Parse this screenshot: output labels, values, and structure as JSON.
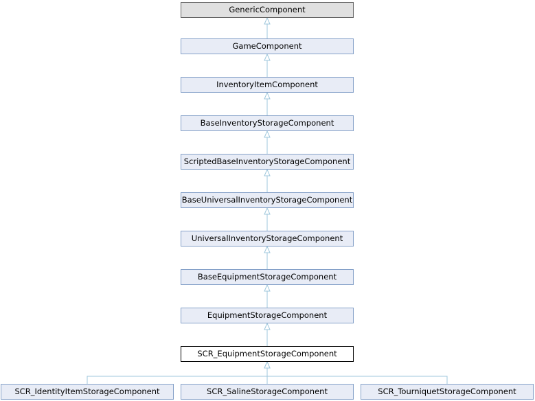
{
  "diagram": {
    "edge_color": "#9fc7dc",
    "nodes": {
      "generic_component": "GenericComponent",
      "game_component": "GameComponent",
      "inventory_item_component": "InventoryItemComponent",
      "base_inventory_storage_component": "BaseInventoryStorageComponent",
      "scripted_base_inventory_storage_component": "ScriptedBaseInventoryStorageComponent",
      "base_universal_inventory_storage_component": "BaseUniversalInventoryStorageComponent",
      "universal_inventory_storage_component": "UniversalInventoryStorageComponent",
      "base_equipment_storage_component": "BaseEquipmentStorageComponent",
      "equipment_storage_component": "EquipmentStorageComponent",
      "scr_equipment_storage_component": "SCR_EquipmentStorageComponent",
      "scr_identity_item_storage_component": "SCR_IdentityItemStorageComponent",
      "scr_saline_storage_component": "SCR_SalineStorageComponent",
      "scr_tourniquet_storage_component": "SCR_TourniquetStorageComponent"
    },
    "edges": [
      [
        "game_component",
        "generic_component"
      ],
      [
        "inventory_item_component",
        "game_component"
      ],
      [
        "base_inventory_storage_component",
        "inventory_item_component"
      ],
      [
        "scripted_base_inventory_storage_component",
        "base_inventory_storage_component"
      ],
      [
        "base_universal_inventory_storage_component",
        "scripted_base_inventory_storage_component"
      ],
      [
        "universal_inventory_storage_component",
        "base_universal_inventory_storage_component"
      ],
      [
        "base_equipment_storage_component",
        "universal_inventory_storage_component"
      ],
      [
        "equipment_storage_component",
        "base_equipment_storage_component"
      ],
      [
        "scr_equipment_storage_component",
        "equipment_storage_component"
      ],
      [
        "scr_identity_item_storage_component",
        "scr_equipment_storage_component"
      ],
      [
        "scr_saline_storage_component",
        "scr_equipment_storage_component"
      ],
      [
        "scr_tourniquet_storage_component",
        "scr_equipment_storage_component"
      ]
    ]
  }
}
